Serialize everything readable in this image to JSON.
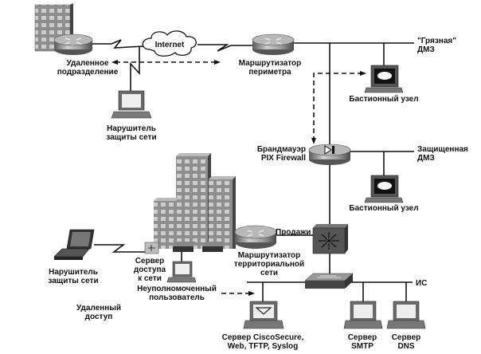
{
  "title": "Network security topology",
  "nodes": {
    "internet": {
      "label": "Internet",
      "icon": "cloud-icon"
    },
    "remote_office": {
      "label_lines": [
        "Удаленное",
        "подразделение"
      ],
      "icon": "building-router-icon"
    },
    "intruder_top": {
      "label_lines": [
        "Нарушитель",
        "защиты сети"
      ],
      "icon": "workstation-icon"
    },
    "perimeter_router": {
      "label_lines": [
        "Маршрутизатор",
        "периметра"
      ],
      "icon": "router-icon"
    },
    "dirty_dmz": {
      "label_lines": [
        "\"Грязная\"",
        "ДМЗ"
      ]
    },
    "bastion_top": {
      "label": "Бастионный узел",
      "icon": "bastion-host-icon"
    },
    "firewall": {
      "label_lines": [
        "Брандмауэр",
        "PIX Firewall"
      ],
      "icon": "firewall-icon"
    },
    "protected_dmz": {
      "label_lines": [
        "Защищенная",
        "ДМЗ"
      ]
    },
    "bastion_mid": {
      "label": "Бастионный узел",
      "icon": "bastion-host-icon"
    },
    "sales": {
      "label": "Продажи",
      "icon": "multilayer-switch-icon"
    },
    "wan_router": {
      "label_lines": [
        "Маршрутизатор",
        "территориальной",
        "сети"
      ],
      "icon": "router-icon"
    },
    "intruder_laptop": {
      "label_lines": [
        "Нарушитель",
        "защиты сети"
      ],
      "icon": "laptop-icon"
    },
    "access_server": {
      "label_lines": [
        "Сервер",
        "доступа",
        "к сети"
      ],
      "icon": "access-server-icon"
    },
    "unauthorized_user": {
      "label_lines": [
        "Неуполномоченный",
        "пользователь"
      ],
      "icon": "workstation-icon"
    },
    "remote_access": {
      "label_lines": [
        "Удаленный",
        "доступ"
      ]
    },
    "is_segment": {
      "label": "ИС",
      "icon": "switch-icon"
    },
    "ciscosecure": {
      "label_lines": [
        "Сервер CiscoSecure,",
        "Web, TFTP, Syslog"
      ],
      "icon": "server-icon"
    },
    "smtp": {
      "label_lines": [
        "Сервер",
        "SMTP"
      ],
      "icon": "server-icon"
    },
    "dns": {
      "label_lines": [
        "Сервер",
        "DNS"
      ],
      "icon": "server-icon"
    }
  },
  "colors": {
    "line": "#111111",
    "device": "#8a8a8a",
    "building": "#9c9c9c"
  }
}
